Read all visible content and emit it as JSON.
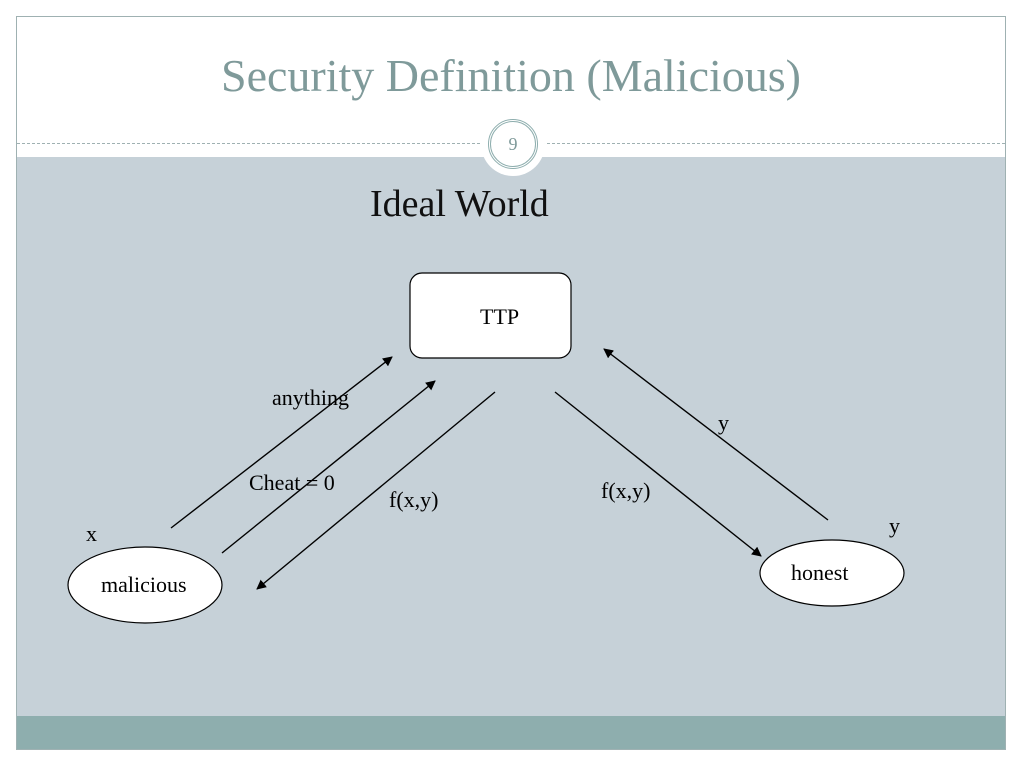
{
  "slide": {
    "title": "Security Definition (Malicious)",
    "page_number": "9",
    "subtitle": "Ideal World"
  },
  "diagram": {
    "ttp_label": "TTP",
    "malicious_label": "malicious",
    "honest_label": "honest",
    "malicious_input": "x",
    "honest_input": "y",
    "edge_anything": "anything",
    "edge_cheat": "Cheat = 0",
    "edge_fxy_to_malicious": "f(x,y)",
    "edge_fxy_to_honest": "f(x,y)",
    "edge_y_to_ttp": "y"
  },
  "colors": {
    "title": "#7f9a9a",
    "content_bg": "#c6d1d8",
    "footer_bar": "#8eaeae"
  }
}
